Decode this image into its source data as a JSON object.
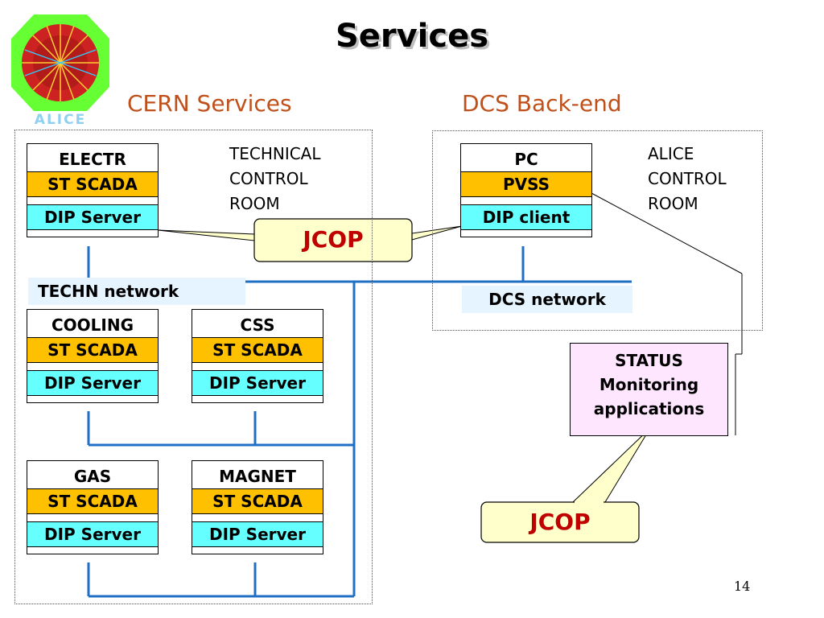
{
  "slide": {
    "title": "Services",
    "page_number": "14",
    "logo_text": "ALICE"
  },
  "sections": {
    "cern": "CERN Services",
    "dcs": "DCS Back-end"
  },
  "rooms": {
    "technical": [
      "TECHNICAL",
      "CONTROL",
      "ROOM"
    ],
    "alice": [
      "ALICE",
      "CONTROL",
      "ROOM"
    ]
  },
  "networks": {
    "techn": "TECHN  network",
    "dcs": "DCS network"
  },
  "boxes": {
    "electr": {
      "header": "ELECTR",
      "layer1": "ST SCADA",
      "layer2": "DIP Server"
    },
    "cooling": {
      "header": "COOLING",
      "layer1": "ST SCADA",
      "layer2": "DIP Server"
    },
    "css": {
      "header": "CSS",
      "layer1": "ST SCADA",
      "layer2": "DIP Server"
    },
    "gas": {
      "header": "GAS",
      "layer1": "ST SCADA",
      "layer2": "DIP Server"
    },
    "magnet": {
      "header": "MAGNET",
      "layer1": "ST SCADA",
      "layer2": "DIP Server"
    },
    "pc": {
      "header": "PC",
      "layer1": "PVSS",
      "layer2": "DIP client"
    }
  },
  "status": [
    "STATUS",
    "Monitoring",
    "applications"
  ],
  "callouts": {
    "jcop_top": "JCOP",
    "jcop_bottom": "JCOP"
  },
  "colors": {
    "scada": "#ffc000",
    "dip": "#66ffff",
    "network_line": "#1f6fc4",
    "section_text": "#c0501a",
    "jcop_text": "#c00000",
    "callout_fill": "#ffffcc",
    "status_fill": "#ffe6ff",
    "network_label_fill": "#e6f4ff"
  }
}
